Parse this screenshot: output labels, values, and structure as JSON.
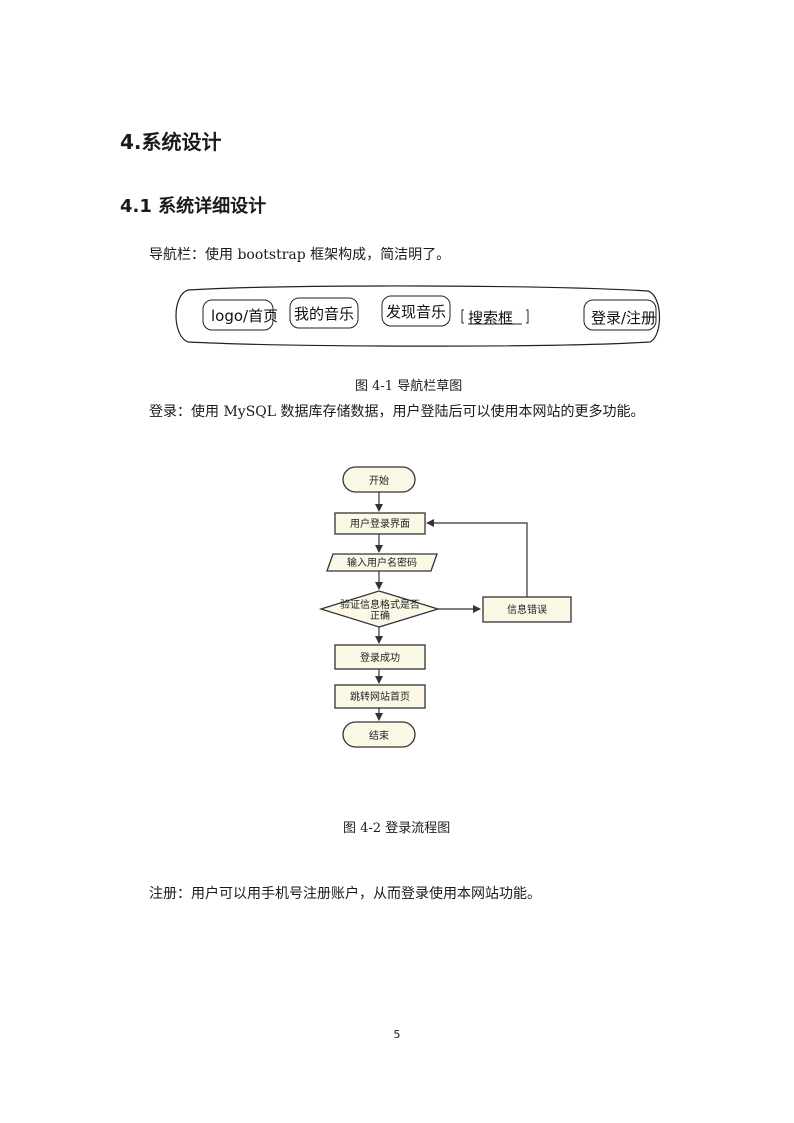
{
  "heading1": "4.系统设计",
  "heading2": "4.1 系统详细设计",
  "nav_intro": "导航栏：使用 bootstrap 框架构成，简洁明了。",
  "nav_sketch": {
    "logo": "logo/首页",
    "my_music": "我的音乐",
    "discover": "发现音乐",
    "search": "搜索框",
    "login": "登录/注册"
  },
  "fig1_caption": "图 4-1  导航栏草图",
  "login_intro": "登录：使用 MySQL 数据库存储数据，用户登陆后可以使用本网站的更多功能。",
  "flowchart": {
    "start": "开始",
    "login_page": "用户登录界面",
    "input": "输入用户名密码",
    "verify_line1": "验证信息格式是否",
    "verify_line2": "正确",
    "error": "信息错误",
    "success": "登录成功",
    "redirect": "跳转网站首页",
    "end": "结束"
  },
  "fig2_caption": "图 4-2 登录流程图",
  "register_intro": "注册：用户可以用手机号注册账户，从而登录使用本网站功能。",
  "page_number": "5"
}
